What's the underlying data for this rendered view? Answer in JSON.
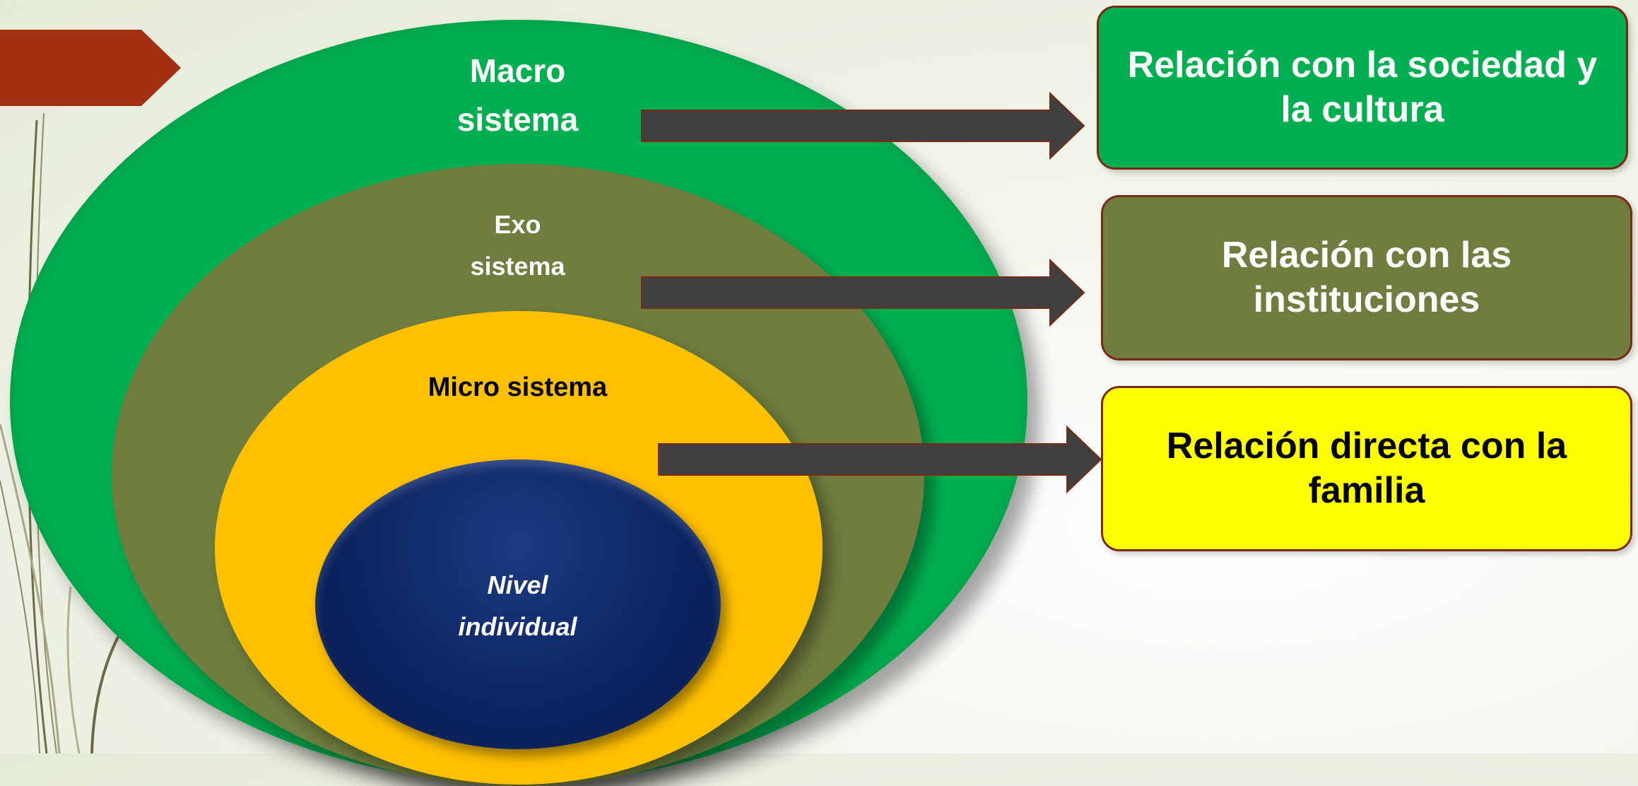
{
  "colors": {
    "macro": "#00b050",
    "exo": "#6f7d3e",
    "micro": "#ffc000",
    "individual": "#0b2460",
    "arrow": "#404040",
    "tab": "#a33012",
    "yellow_box": "#ffff00"
  },
  "rings": {
    "macro": {
      "line1": "Macro",
      "line2": "sistema"
    },
    "exo": {
      "line1": "Exo",
      "line2": "sistema"
    },
    "micro": {
      "line1": "Micro sistema"
    },
    "individual": {
      "line1": "Nivel",
      "line2": "individual"
    }
  },
  "descriptions": {
    "macro": {
      "line1": "Relación con la sociedad y",
      "line2": "la cultura"
    },
    "exo": {
      "line1": "Relación con las",
      "line2": "instituciones"
    },
    "micro": {
      "line1": "Relación directa con la",
      "line2": "familia"
    }
  }
}
